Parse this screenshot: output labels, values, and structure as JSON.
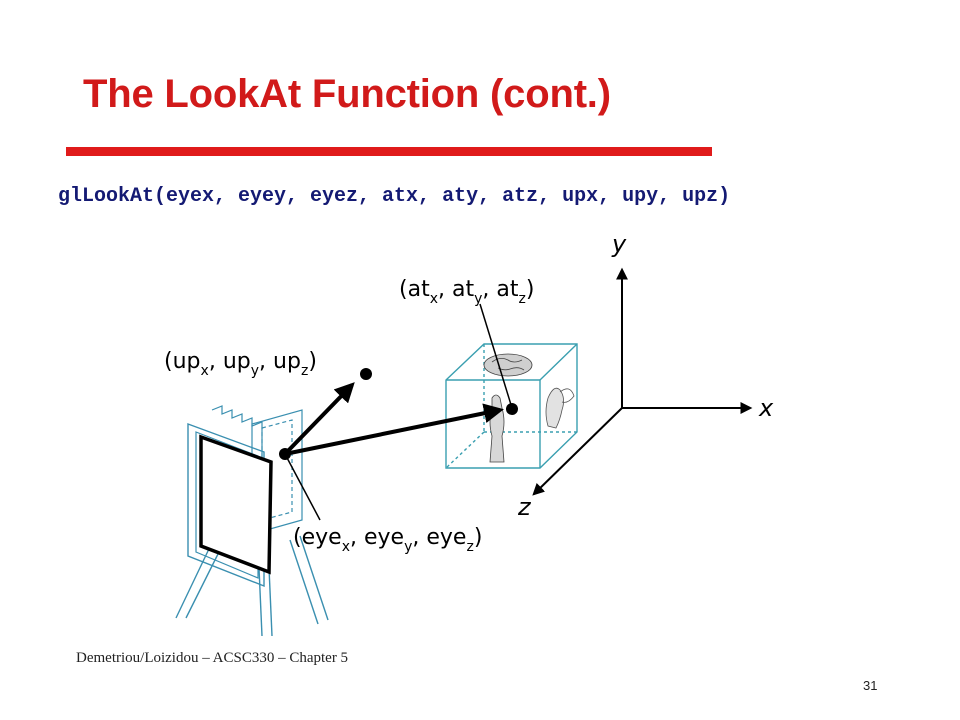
{
  "slide": {
    "title": "The LookAt Function (cont.)",
    "code": "glLookAt(eyex, eyey, eyez, atx, aty, atz, upx, upy, upz)",
    "footer": "Demetriou/Loizidou – ACSC330 – Chapter 5",
    "page_number": "31"
  },
  "figure": {
    "axis_labels": {
      "x": "x",
      "y": "y",
      "z": "z"
    },
    "at_label": {
      "base": "at",
      "subs": [
        "x",
        "y",
        "z"
      ]
    },
    "up_label": {
      "base": "up",
      "subs": [
        "x",
        "y",
        "z"
      ]
    },
    "eye_label": {
      "base": "eye",
      "subs": [
        "x",
        "y",
        "z"
      ]
    }
  },
  "colors": {
    "title": "#d11a1a",
    "rule": "#e01b1b",
    "code": "#141a73",
    "cube": "#3a9fb0"
  }
}
